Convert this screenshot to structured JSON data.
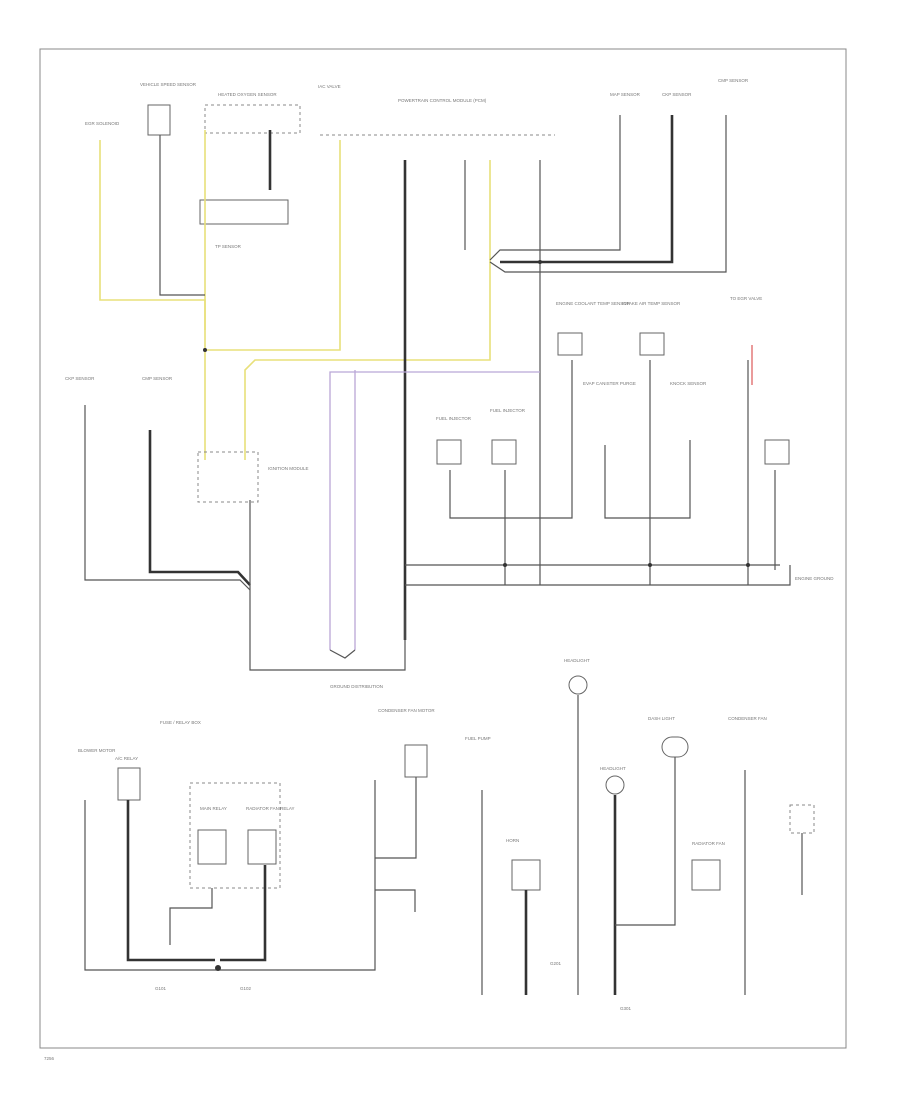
{
  "diagram": {
    "top_bar_label": "POWERTRAIN CONTROL MODULE (PCM)",
    "top_labels": [
      "VEHICLE SPEED SENSOR",
      "HEATED OXYGEN SENSOR",
      "EGR SOLENOID",
      "IAC VALVE",
      "MAP SENSOR",
      "CKP SENSOR",
      "CMP SENSOR",
      "TP SENSOR"
    ],
    "mid_labels": [
      "ENGINE COOLANT TEMP SENSOR",
      "INTAKE AIR TEMP SENSOR",
      "FUEL INJECTOR",
      "FUEL INJECTOR",
      "EVAP CANISTER PURGE",
      "KNOCK SENSOR",
      "TO EGR VALVE",
      "IGNITION MODULE"
    ],
    "left_labels": [
      "CKP SENSOR",
      "CMP SENSOR"
    ],
    "splice_labels": [
      "GROUND DISTRIBUTION",
      "ENGINE GROUND"
    ],
    "bottom_labels": [
      "BLOWER MOTOR",
      "A/C RELAY",
      "FUSE / RELAY BOX",
      "MAIN RELAY",
      "RADIATOR FAN RELAY",
      "CONDENSER FAN MOTOR",
      "FUEL PUMP",
      "HORN",
      "HEADLIGHT",
      "HEADLIGHT",
      "DASH LIGHT",
      "RADIATOR FAN",
      "CONDENSER FAN"
    ],
    "ground_labels": [
      "G101",
      "G102",
      "G201",
      "G301"
    ],
    "footer_code": "7256"
  }
}
